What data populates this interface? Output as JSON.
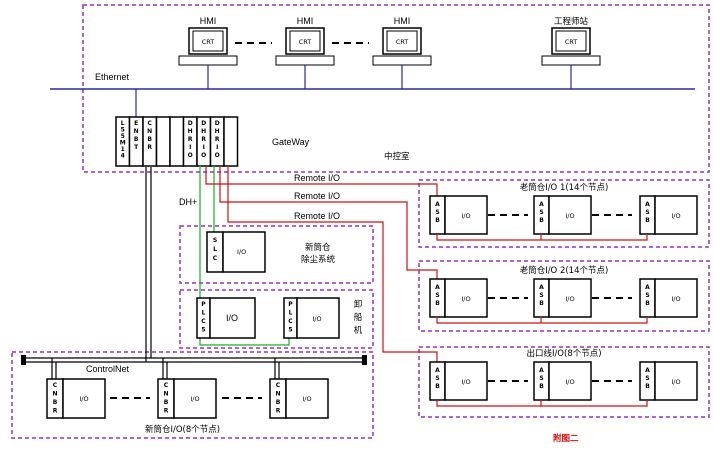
{
  "central_zone": {
    "label": "中控室",
    "network_label": "Ethernet",
    "workstations": [
      {
        "title": "HMI",
        "screen": "CRT"
      },
      {
        "title": "HMI",
        "screen": "CRT"
      },
      {
        "title": "HMI",
        "screen": "CRT"
      },
      {
        "title": "工程师站",
        "screen": "CRT"
      }
    ],
    "gateway": {
      "label": "GateWay",
      "modules": [
        "L55M14",
        "ENBT",
        "CNBR",
        "",
        "",
        "DHRIO",
        "DHRIO",
        "DHRIO",
        ""
      ]
    }
  },
  "links": {
    "dh_plus": "DH+",
    "remote_io": [
      "Remote I/O",
      "Remote I/O",
      "Remote I/O"
    ],
    "controlnet": "ControlNet"
  },
  "dust_zone": {
    "title_line1": "新筒仓",
    "title_line2": "除尘系统",
    "adapter": "SLC",
    "io": "I/O"
  },
  "loader_zone": {
    "title": "卸船机",
    "units": [
      {
        "adapter": "PLC5",
        "io": "I/O"
      },
      {
        "adapter": "PLC5",
        "io": "I/O"
      }
    ]
  },
  "io_groups": [
    {
      "title": "老筒仓I/O 1(14个节点)",
      "adapter": "ASB",
      "io": "I/O"
    },
    {
      "title": "老筒仓I/O 2(14个节点)",
      "adapter": "ASB",
      "io": "I/O"
    },
    {
      "title": "出口线I/O(8个节点)",
      "adapter": "ASB",
      "io": "I/O"
    }
  ],
  "new_silo_group": {
    "title": "新筒仓I/O(8个节点)",
    "adapter": "CNBR",
    "io": "I/O"
  },
  "caption": "附图二",
  "colors": {
    "zone": "#9a2fc8",
    "ethernet": "#2a2aa0",
    "remote_io": "#d01010",
    "dh_plus": "#18b018"
  }
}
